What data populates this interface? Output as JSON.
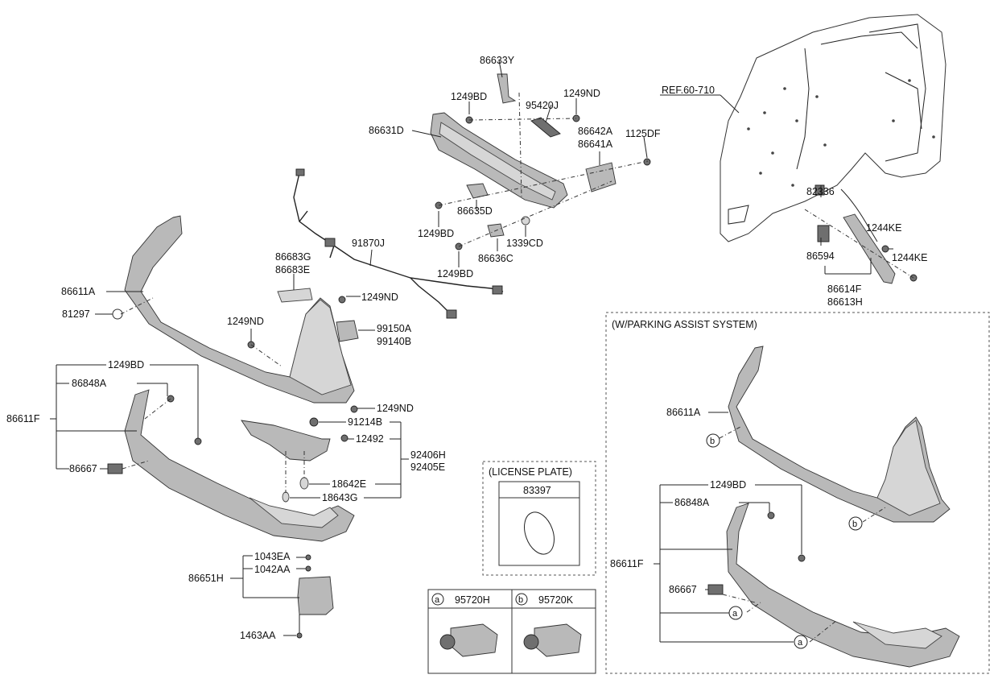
{
  "labels": {
    "p86633Y": "86633Y",
    "p1249BD_top": "1249BD",
    "p95420J": "95420J",
    "p1249ND_top": "1249ND",
    "p86631D": "86631D",
    "p86642A": "86642A",
    "p86641A": "86641A",
    "p1125DF": "1125DF",
    "p86635D": "86635D",
    "p1249BD_mid": "1249BD",
    "p1339CD": "1339CD",
    "p86636C": "86636C",
    "p1249BD_low": "1249BD",
    "p91870J": "91870J",
    "p86683G": "86683G",
    "p86683E": "86683E",
    "p1249ND_mid": "1249ND",
    "p99150A": "99150A",
    "p99140B": "99140B",
    "p86611A": "86611A",
    "p81297": "81297",
    "p1249ND_left": "1249ND",
    "p1249BD_left": "1249BD",
    "p86848A": "86848A",
    "p86611F": "86611F",
    "p86667": "86667",
    "p1249ND_cen": "1249ND",
    "p91214B": "91214B",
    "p12492": "12492",
    "p92406H": "92406H",
    "p92405E": "92405E",
    "p18642E": "18642E",
    "p18643G": "18643G",
    "p1043EA": "1043EA",
    "p1042AA": "1042AA",
    "p86651H": "86651H",
    "p1463AA": "1463AA",
    "ref": "REF.60-710",
    "p82336": "82336",
    "p1244KE_a": "1244KE",
    "p1244KE_b": "1244KE",
    "p86594": "86594",
    "p86614F": "86614F",
    "p86613H": "86613H"
  },
  "license_plate": {
    "title": "(LICENSE PLATE)",
    "part": "83397"
  },
  "sensor_table": {
    "a_marker": "a",
    "a_part": "95720H",
    "b_marker": "b",
    "b_part": "95720K"
  },
  "parking_assist": {
    "title": "(W/PARKING ASSIST SYSTEM)",
    "p86611A": "86611A",
    "p1249BD": "1249BD",
    "p86848A": "86848A",
    "p86611F": "86611F",
    "p86667": "86667",
    "marker_a": "a",
    "marker_b": "b"
  }
}
